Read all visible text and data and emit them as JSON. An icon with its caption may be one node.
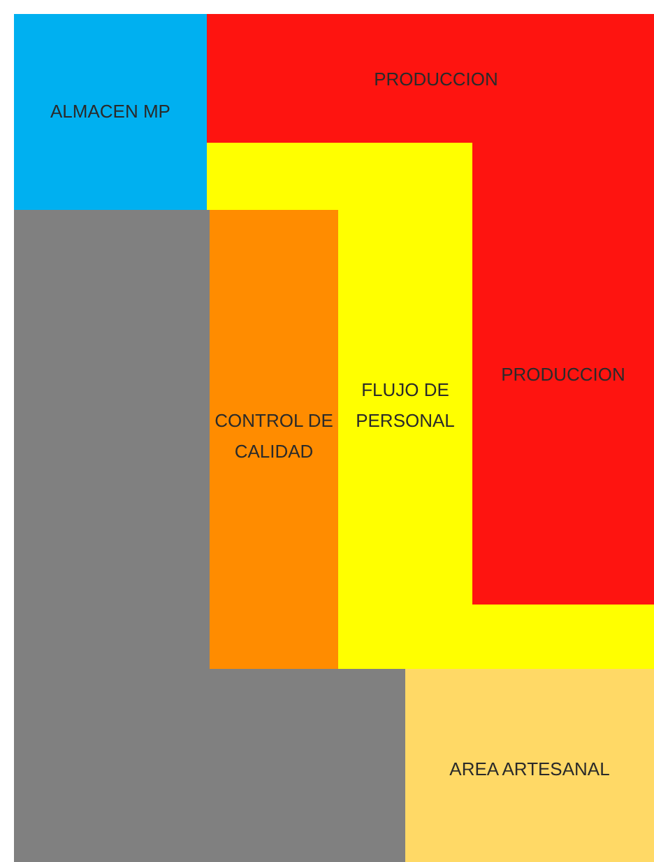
{
  "diagram": {
    "nodes": [
      {
        "text": [
          "ALMACEN MP"
        ]
      },
      {
        "text": [
          "PRODUCCION",
          "PRODUCCION"
        ]
      },
      {
        "text": [
          "FLUJO DE PERSONAL"
        ]
      },
      {
        "text": [
          "CONTROL DE CALIDAD"
        ]
      },
      {
        "text": [],
        "shape": "box"
      },
      {
        "text": [
          "AREA ARTESANAL"
        ]
      }
    ]
  }
}
